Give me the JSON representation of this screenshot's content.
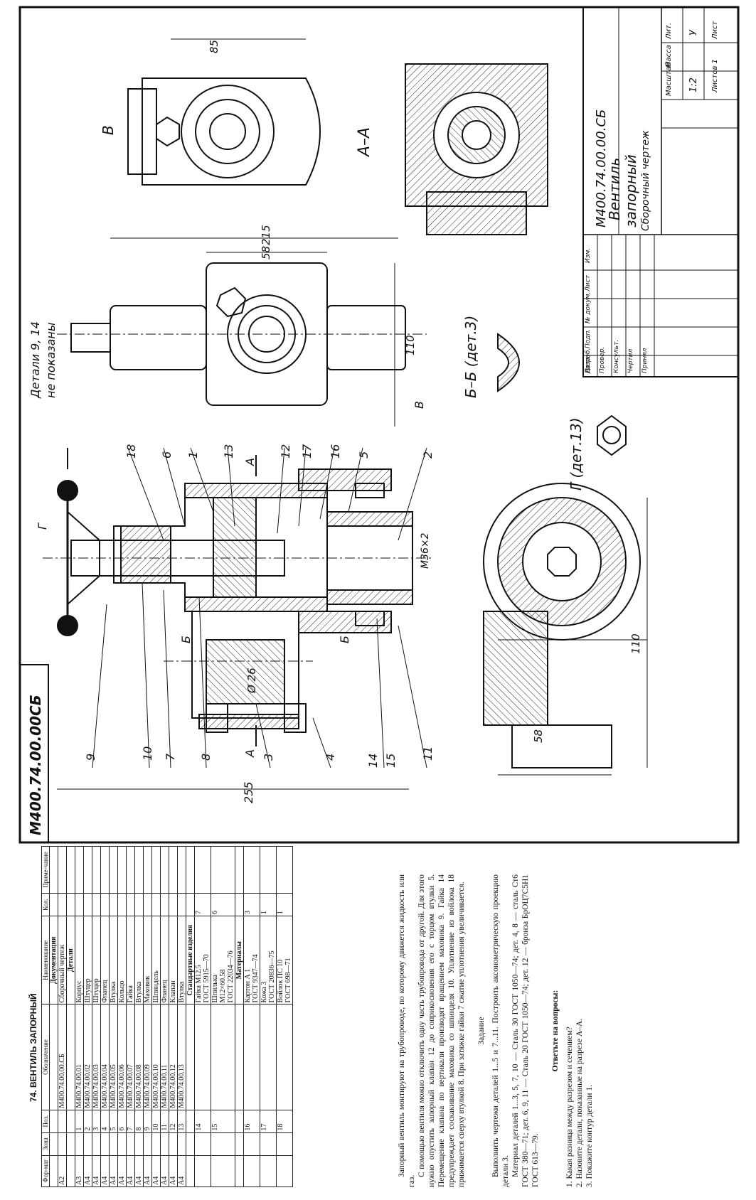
{
  "doc_code": "М400.74.00.00СБ",
  "doc_code_box": "М400.74.00.00СБ",
  "title_block": {
    "name_line1": "Вентиль",
    "name_line2": "запорный",
    "name_line3": "Сборочный чертеж",
    "designation": "М400.74.00.00.СБ",
    "lit_label": "Лит.",
    "mass_label": "Масса",
    "scale_label": "Масштаб",
    "lit_value": "У",
    "scale_value": "1:2",
    "sheet_label": "Лист",
    "sheets_label": "Листов 1",
    "rows": [
      "Изм.",
      "Лист",
      "№ докум.",
      "Подп.",
      "Дата"
    ],
    "roles": [
      "Разраб.",
      "Провер.",
      "Консульт.",
      "Чертил",
      "Принял"
    ]
  },
  "views": {
    "section_aa": "А–А",
    "view_v": "В",
    "section_bb": "Б–Б (дет.3)",
    "view_g": "Г (дет.13)",
    "details_note_1": "Детали 9, 14",
    "details_note_2": "не показаны"
  },
  "dimensions": {
    "d85": "85",
    "d215": "215",
    "d58a": "58",
    "d110a": "110",
    "d110b": "110",
    "d58b": "58",
    "d255": "255",
    "d26": "Ø 26",
    "m36": "М36×2",
    "arrow_a": "А",
    "arrow_b": "Б",
    "arrow_v": "В",
    "arrow_g": "Г"
  },
  "leaders": [
    "9",
    "10",
    "7",
    "8",
    "3",
    "4",
    "14",
    "15",
    "11",
    "2",
    "5",
    "16",
    "17",
    "12",
    "13",
    "1",
    "6",
    "18"
  ],
  "spec": {
    "title": "74. ВЕНТИЛЬ ЗАПОРНЫЙ",
    "headers": [
      "Фор-мат",
      "Зона",
      "Поз.",
      "Обозначение",
      "Наименование",
      "Кол.",
      "Приме-чание"
    ],
    "sections": {
      "docs": "Документация",
      "parts": "Детали",
      "standard": "Стандартные изделия",
      "materials": "Материалы"
    },
    "doc_row": {
      "format": "А2",
      "designation": "М400.74.00.00.СБ",
      "name": "Сборочный чертеж"
    },
    "part_rows": [
      {
        "f": "А3",
        "p": "1",
        "d": "М400.74.00.01",
        "n": "Корпус"
      },
      {
        "f": "А4",
        "p": "2",
        "d": "М400.74.00.02",
        "n": "Штуцер"
      },
      {
        "f": "А4",
        "p": "3",
        "d": "М400.74.00.03",
        "n": "Штуцер"
      },
      {
        "f": "А4",
        "p": "4",
        "d": "М400.74.00.04",
        "n": "Фланец"
      },
      {
        "f": "А4",
        "p": "5",
        "d": "М400.74.00.05",
        "n": "Втулка"
      },
      {
        "f": "А4",
        "p": "6",
        "d": "М400.74.00.06",
        "n": "Кольцо"
      },
      {
        "f": "А4",
        "p": "7",
        "d": "М400.74.00.07",
        "n": "Гайка"
      },
      {
        "f": "А4",
        "p": "8",
        "d": "М400.74.00.08",
        "n": "Втулка"
      },
      {
        "f": "А4",
        "p": "9",
        "d": "М400.74.00.09",
        "n": "Маховик"
      },
      {
        "f": "А4",
        "p": "10",
        "d": "М400.74.00.10",
        "n": "Шпиндель"
      },
      {
        "f": "А4",
        "p": "11",
        "d": "М400.74.00.11",
        "n": "Фланец"
      },
      {
        "f": "А4",
        "p": "12",
        "d": "М400.74.00.12",
        "n": "Клапан"
      },
      {
        "f": "А4",
        "p": "13",
        "d": "М400.74.00.13",
        "n": "Втулка"
      }
    ],
    "std_rows": [
      {
        "p": "14",
        "n1": "Гайка М12.5",
        "n2": "ГОСТ 5915—70",
        "q": "7"
      },
      {
        "p": "15",
        "n1": "Шпилька",
        "n2": "М12×60.58",
        "n3": "ГОСТ 22034—76",
        "q": "6"
      }
    ],
    "mat_rows": [
      {
        "p": "16",
        "n1": "Картон А 1",
        "n2": "ГОСТ 9347—74",
        "q": "3"
      },
      {
        "p": "17",
        "n1": "Кожа 3",
        "n2": "ГОСТ 20836—75",
        "q": "1"
      },
      {
        "p": "18",
        "n1": "Войлок ПС 10",
        "n2": "ГОСТ 698—71",
        "q": "1"
      }
    ]
  },
  "description": [
    "Запорный вентиль монтируют на трубопроводе, по которому движется жидкость или газ.",
    "С помощью вентиля можно отключить одну часть трубопровода от другой. Для этого нужно опустить запорный клапан 12 до соприкосновения его с торцом втулки 5. Перемещение клапана по вертикали производят вращением маховика 9. Гайка 14 предупреждает соскакивание маховика со шпинделя 10. Уплотнение из войлока 18 прижимается сверху втулкой 8. При затяжке гайки 7 сжатие уплотнения увеличивается."
  ],
  "task": {
    "heading": "Задание",
    "text": "Выполнить чертежи деталей 1...5 и 7...11. Построить аксонометрическую проекцию детали 3.",
    "material": "Материал деталей 1...3, 5, 7, 10 — Сталь 30 ГОСТ 1050—74; дет. 4, 8 — сталь Ст6 ГОСТ 380—71; дет. 6, 9, 11 — Сталь 20 ГОСТ 1050—74; дет. 12 — бронза БрОЦ7С5Н1 ГОСТ 613—79."
  },
  "questions": {
    "heading": "Ответьте на вопросы:",
    "items": [
      "1. Какая разница между разрезом и сечением?",
      "2. Назовите детали, показанные на разрезе А–А.",
      "3. Покажите контур детали 1."
    ]
  }
}
